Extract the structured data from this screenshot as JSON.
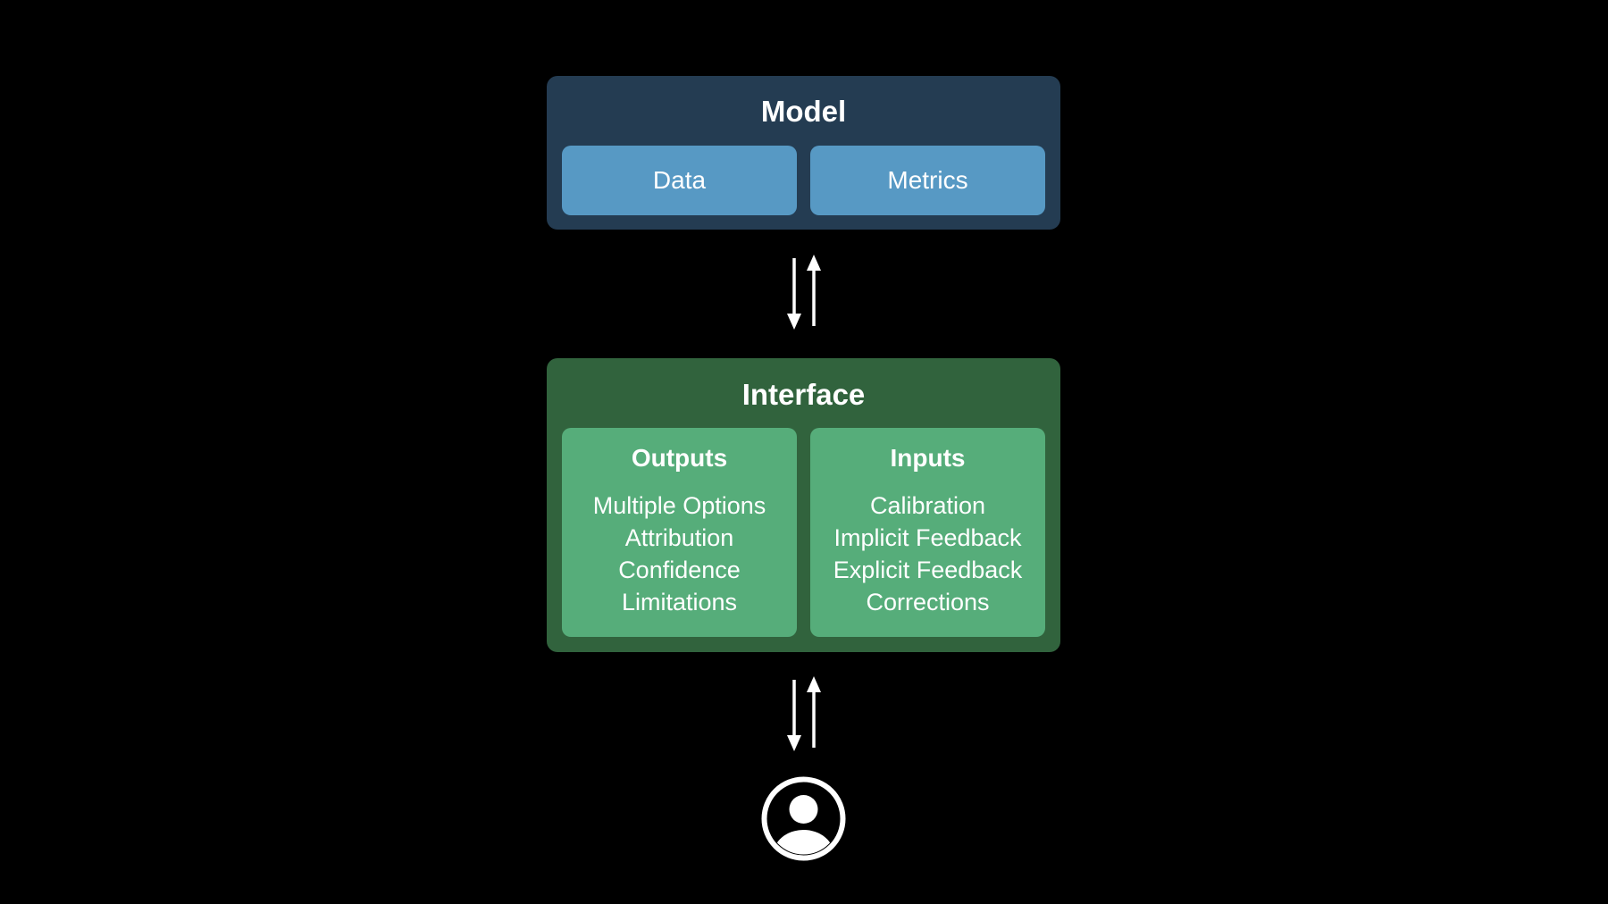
{
  "model": {
    "title": "Model",
    "boxes": [
      "Data",
      "Metrics"
    ]
  },
  "interface": {
    "title": "Interface",
    "outputs": {
      "heading": "Outputs",
      "items": [
        "Multiple Options",
        "Attribution",
        "Confidence",
        "Limitations"
      ]
    },
    "inputs": {
      "heading": "Inputs",
      "items": [
        "Calibration",
        "Implicit Feedback",
        "Explicit Feedback",
        "Corrections"
      ]
    }
  },
  "icons": {
    "arrows": "bidirectional-arrows-icon",
    "user": "user-icon"
  },
  "colors": {
    "background": "#000000",
    "model_group": "#243c52",
    "model_box": "#5799c4",
    "interface_group": "#31633d",
    "interface_box": "#56ad7a",
    "text": "#ffffff"
  }
}
